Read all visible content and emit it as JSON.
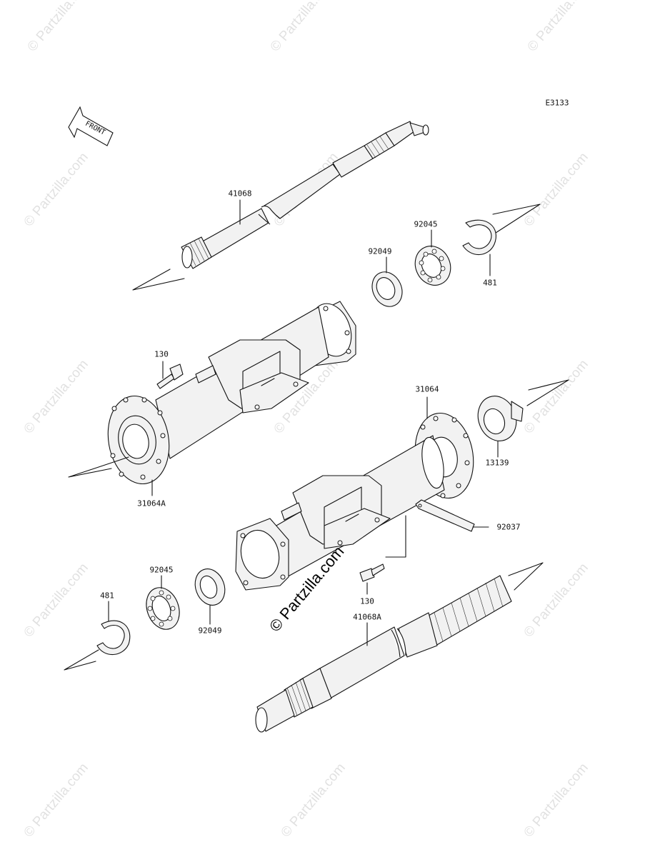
{
  "diagram_code": "E3133",
  "front_label": "FRONT",
  "watermark_text": "© Partzilla.com",
  "callouts": [
    {
      "id": "41068-top",
      "text": "41068"
    },
    {
      "id": "92045-top",
      "text": "92045"
    },
    {
      "id": "92049-top",
      "text": "92049"
    },
    {
      "id": "481-top",
      "text": "481"
    },
    {
      "id": "130-top",
      "text": "130"
    },
    {
      "id": "31064",
      "text": "31064"
    },
    {
      "id": "31064A",
      "text": "31064A"
    },
    {
      "id": "13139",
      "text": "13139"
    },
    {
      "id": "92037",
      "text": "92037"
    },
    {
      "id": "130-bottom",
      "text": "130"
    },
    {
      "id": "92045-bottom",
      "text": "92045"
    },
    {
      "id": "481-bottom",
      "text": "481"
    },
    {
      "id": "92049-bottom",
      "text": "92049"
    },
    {
      "id": "41068A",
      "text": "41068A"
    }
  ],
  "colors": {
    "line": "#111111",
    "part_fill": "#f2f2f2",
    "watermark": "#000000"
  }
}
